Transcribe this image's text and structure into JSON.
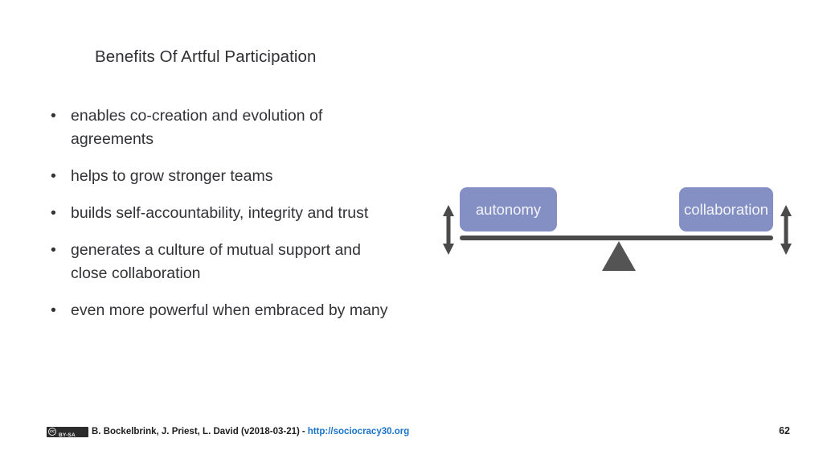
{
  "slide": {
    "title": "Benefits Of Artful Participation",
    "bullets": [
      {
        "marker": "•",
        "text": "enables co-creation and evolution of agreements"
      },
      {
        "marker": "•",
        "text": "helps to grow stronger teams"
      },
      {
        "marker": "•",
        "text": "builds self-accountability, integrity and trust"
      },
      {
        "marker": "•",
        "text": "generates a culture of mutual support and close collaboration"
      },
      {
        "marker": "•",
        "text": "even more powerful when embraced by many"
      }
    ]
  },
  "diagram": {
    "name": "balance-scale",
    "left_label": "autonomy",
    "right_label": "collaboration",
    "box_color": "#8490c4",
    "box_text_color": "#f2f3f8",
    "beam_color": "#4a4a4a",
    "fulcrum_color": "#545454",
    "arrow_color": "#4a4a4a",
    "left_arrow_icon": "double-headed-vertical-arrow-icon",
    "right_arrow_icon": "double-headed-vertical-arrow-icon",
    "fulcrum_icon": "triangle-fulcrum-icon"
  },
  "footer": {
    "license_badge": {
      "icon": "creative-commons-by-sa-badge-icon",
      "mark": "cc",
      "terms": "BY-SA"
    },
    "credit": "B. Bockelbrink, J. Priest, L. David (v2018-03-21)",
    "separator": "-",
    "url": "http://sociocracy30.org",
    "url_color": "#1a73c8",
    "page_number": "62"
  }
}
